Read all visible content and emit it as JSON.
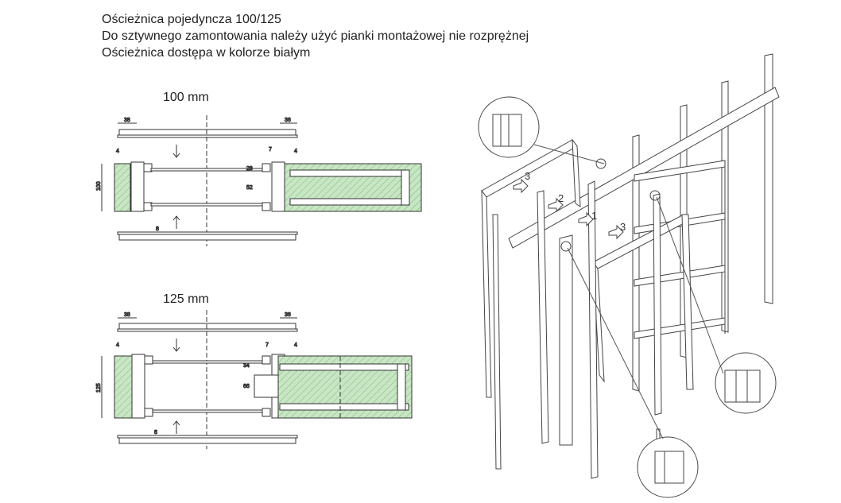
{
  "header": {
    "line1": "Ościeżnica pojedyncza 100/125",
    "line2": "Do sztywnego zamontowania należy użyć pianki montażowej nie rozprężnej",
    "line3": "Ościeżnica dostępa w kolorze białym"
  },
  "section_100": {
    "title": "100 mm",
    "dims": {
      "left_width": "38",
      "right_width": "36",
      "top_small": "4",
      "right_small": "7",
      "right_small2": "4",
      "side_height": "100",
      "inner_top": "28",
      "inner_mid": "52",
      "bottom_small": "8"
    }
  },
  "section_125": {
    "title": "125 mm",
    "dims": {
      "left_width": "38",
      "right_width": "36",
      "top_small": "4",
      "right_small": "7",
      "right_small2": "4",
      "side_height": "125",
      "inner_top": "34",
      "inner_mid": "66",
      "bottom_small": "8"
    }
  },
  "iso": {
    "callout_1": "1",
    "callout_2": "2",
    "callout_3a": "3",
    "callout_3b": "3"
  },
  "colors": {
    "hatch": "#c8e6c4",
    "hatch_line": "#6aa06a",
    "line": "#333333"
  }
}
